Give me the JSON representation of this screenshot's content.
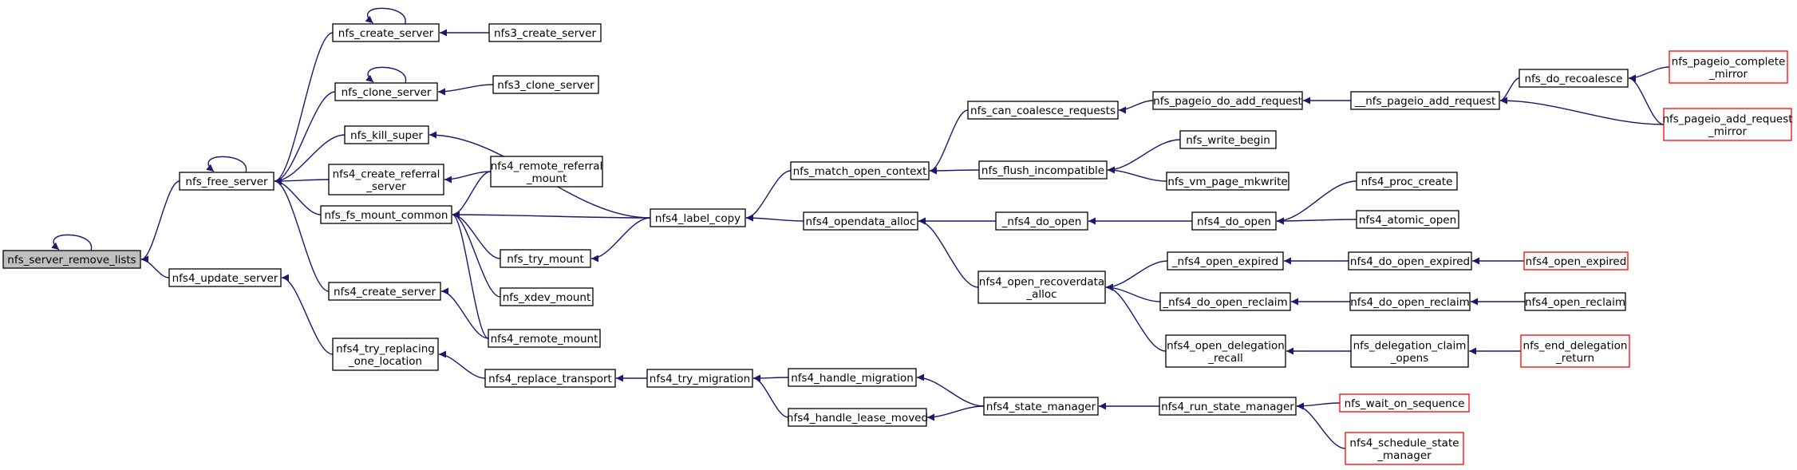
{
  "graph": {
    "colors": {
      "edge": "#191970",
      "node_border": "#000000",
      "truncated_border": "#ff0000",
      "root_fill": "#bfbfbf"
    },
    "nodes": [
      {
        "id": "nfs_server_remove_lists",
        "lines": [
          "nfs_server_remove_lists"
        ],
        "root": true
      },
      {
        "id": "nfs_free_server",
        "lines": [
          "nfs_free_server"
        ]
      },
      {
        "id": "nfs4_update_server",
        "lines": [
          "nfs4_update_server"
        ]
      },
      {
        "id": "nfs_create_server",
        "lines": [
          "nfs_create_server"
        ]
      },
      {
        "id": "nfs3_create_server",
        "lines": [
          "nfs3_create_server"
        ]
      },
      {
        "id": "nfs_clone_server",
        "lines": [
          "nfs_clone_server"
        ]
      },
      {
        "id": "nfs3_clone_server",
        "lines": [
          "nfs3_clone_server"
        ]
      },
      {
        "id": "nfs_kill_super",
        "lines": [
          "nfs_kill_super"
        ]
      },
      {
        "id": "nfs4_create_referral_server",
        "lines": [
          "nfs4_create_referral",
          "_server"
        ]
      },
      {
        "id": "nfs4_remote_referral_mount",
        "lines": [
          "nfs4_remote_referral",
          "_mount"
        ]
      },
      {
        "id": "nfs_fs_mount_common",
        "lines": [
          "nfs_fs_mount_common"
        ]
      },
      {
        "id": "nfs_try_mount",
        "lines": [
          "nfs_try_mount"
        ]
      },
      {
        "id": "nfs_xdev_mount",
        "lines": [
          "nfs_xdev_mount"
        ]
      },
      {
        "id": "nfs4_create_server",
        "lines": [
          "nfs4_create_server"
        ]
      },
      {
        "id": "nfs4_remote_mount",
        "lines": [
          "nfs4_remote_mount"
        ]
      },
      {
        "id": "nfs4_try_replacing_one_location",
        "lines": [
          "nfs4_try_replacing",
          "_one_location"
        ]
      },
      {
        "id": "nfs4_replace_transport",
        "lines": [
          "nfs4_replace_transport"
        ]
      },
      {
        "id": "nfs4_try_migration",
        "lines": [
          "nfs4_try_migration"
        ]
      },
      {
        "id": "nfs4_handle_migration",
        "lines": [
          "nfs4_handle_migration"
        ]
      },
      {
        "id": "nfs4_handle_lease_moved",
        "lines": [
          "nfs4_handle_lease_moved"
        ]
      },
      {
        "id": "nfs4_state_manager",
        "lines": [
          "nfs4_state_manager"
        ]
      },
      {
        "id": "nfs4_run_state_manager",
        "lines": [
          "nfs4_run_state_manager"
        ]
      },
      {
        "id": "nfs_wait_on_sequence",
        "lines": [
          "nfs_wait_on_sequence"
        ],
        "truncated": true
      },
      {
        "id": "nfs4_schedule_state_manager",
        "lines": [
          "nfs4_schedule_state",
          "_manager"
        ],
        "truncated": true
      },
      {
        "id": "nfs4_label_copy",
        "lines": [
          "nfs4_label_copy"
        ]
      },
      {
        "id": "nfs_match_open_context",
        "lines": [
          "nfs_match_open_context"
        ]
      },
      {
        "id": "nfs_can_coalesce_requests",
        "lines": [
          "nfs_can_coalesce_requests"
        ]
      },
      {
        "id": "nfs_pageio_do_add_request",
        "lines": [
          "nfs_pageio_do_add_request"
        ]
      },
      {
        "id": "__nfs_pageio_add_request",
        "lines": [
          "__nfs_pageio_add_request"
        ]
      },
      {
        "id": "nfs_do_recoalesce",
        "lines": [
          "nfs_do_recoalesce"
        ]
      },
      {
        "id": "nfs_pageio_complete_mirror",
        "lines": [
          "nfs_pageio_complete",
          "_mirror"
        ],
        "truncated": true
      },
      {
        "id": "nfs_pageio_add_request_mirror",
        "lines": [
          "nfs_pageio_add_request",
          "_mirror"
        ],
        "truncated": true
      },
      {
        "id": "nfs_flush_incompatible",
        "lines": [
          "nfs_flush_incompatible"
        ]
      },
      {
        "id": "nfs_write_begin",
        "lines": [
          "nfs_write_begin"
        ]
      },
      {
        "id": "nfs_vm_page_mkwrite",
        "lines": [
          "nfs_vm_page_mkwrite"
        ]
      },
      {
        "id": "nfs4_opendata_alloc",
        "lines": [
          "nfs4_opendata_alloc"
        ]
      },
      {
        "id": "_nfs4_do_open",
        "lines": [
          "_nfs4_do_open"
        ]
      },
      {
        "id": "nfs4_do_open",
        "lines": [
          "nfs4_do_open"
        ]
      },
      {
        "id": "nfs4_proc_create",
        "lines": [
          "nfs4_proc_create"
        ]
      },
      {
        "id": "nfs4_atomic_open",
        "lines": [
          "nfs4_atomic_open"
        ]
      },
      {
        "id": "nfs4_open_recoverdata_alloc",
        "lines": [
          "nfs4_open_recoverdata",
          "_alloc"
        ]
      },
      {
        "id": "_nfs4_open_expired",
        "lines": [
          "_nfs4_open_expired"
        ]
      },
      {
        "id": "nfs4_do_open_expired",
        "lines": [
          "nfs4_do_open_expired"
        ]
      },
      {
        "id": "nfs4_open_expired",
        "lines": [
          "nfs4_open_expired"
        ],
        "truncated": true
      },
      {
        "id": "_nfs4_do_open_reclaim",
        "lines": [
          "_nfs4_do_open_reclaim"
        ]
      },
      {
        "id": "nfs4_do_open_reclaim",
        "lines": [
          "nfs4_do_open_reclaim"
        ]
      },
      {
        "id": "nfs4_open_reclaim",
        "lines": [
          "nfs4_open_reclaim"
        ]
      },
      {
        "id": "nfs4_open_delegation_recall",
        "lines": [
          "nfs4_open_delegation",
          "_recall"
        ]
      },
      {
        "id": "nfs_delegation_claim_opens",
        "lines": [
          "nfs_delegation_claim",
          "_opens"
        ]
      },
      {
        "id": "nfs_end_delegation_return",
        "lines": [
          "nfs_end_delegation",
          "_return"
        ],
        "truncated": true
      }
    ],
    "edges": [
      [
        "nfs_server_remove_lists",
        "nfs_server_remove_lists"
      ],
      [
        "nfs_server_remove_lists",
        "nfs_free_server"
      ],
      [
        "nfs_server_remove_lists",
        "nfs4_update_server"
      ],
      [
        "nfs_free_server",
        "nfs_free_server"
      ],
      [
        "nfs_free_server",
        "nfs_create_server"
      ],
      [
        "nfs_free_server",
        "nfs_clone_server"
      ],
      [
        "nfs_free_server",
        "nfs_kill_super"
      ],
      [
        "nfs_free_server",
        "nfs4_create_referral_server"
      ],
      [
        "nfs_free_server",
        "nfs_fs_mount_common"
      ],
      [
        "nfs_free_server",
        "nfs4_create_server"
      ],
      [
        "nfs_create_server",
        "nfs_create_server"
      ],
      [
        "nfs_create_server",
        "nfs3_create_server"
      ],
      [
        "nfs_clone_server",
        "nfs_clone_server"
      ],
      [
        "nfs_clone_server",
        "nfs3_clone_server"
      ],
      [
        "nfs_kill_super",
        "nfs4_label_copy"
      ],
      [
        "nfs4_create_referral_server",
        "nfs4_remote_referral_mount"
      ],
      [
        "nfs_fs_mount_common",
        "nfs4_remote_referral_mount"
      ],
      [
        "nfs_fs_mount_common",
        "nfs4_label_copy"
      ],
      [
        "nfs_fs_mount_common",
        "nfs_try_mount"
      ],
      [
        "nfs_fs_mount_common",
        "nfs_xdev_mount"
      ],
      [
        "nfs_fs_mount_common",
        "nfs4_remote_mount"
      ],
      [
        "nfs_try_mount",
        "nfs4_label_copy"
      ],
      [
        "nfs4_create_server",
        "nfs4_remote_mount"
      ],
      [
        "nfs4_update_server",
        "nfs4_try_replacing_one_location"
      ],
      [
        "nfs4_try_replacing_one_location",
        "nfs4_replace_transport"
      ],
      [
        "nfs4_replace_transport",
        "nfs4_try_migration"
      ],
      [
        "nfs4_try_migration",
        "nfs4_handle_migration"
      ],
      [
        "nfs4_try_migration",
        "nfs4_handle_lease_moved"
      ],
      [
        "nfs4_handle_migration",
        "nfs4_state_manager"
      ],
      [
        "nfs4_handle_lease_moved",
        "nfs4_state_manager"
      ],
      [
        "nfs4_state_manager",
        "nfs4_run_state_manager"
      ],
      [
        "nfs4_run_state_manager",
        "nfs_wait_on_sequence"
      ],
      [
        "nfs4_run_state_manager",
        "nfs4_schedule_state_manager"
      ],
      [
        "nfs4_label_copy",
        "nfs_match_open_context"
      ],
      [
        "nfs4_label_copy",
        "nfs4_opendata_alloc"
      ],
      [
        "nfs_match_open_context",
        "nfs_can_coalesce_requests"
      ],
      [
        "nfs_match_open_context",
        "nfs_flush_incompatible"
      ],
      [
        "nfs_can_coalesce_requests",
        "nfs_pageio_do_add_request"
      ],
      [
        "nfs_pageio_do_add_request",
        "__nfs_pageio_add_request"
      ],
      [
        "__nfs_pageio_add_request",
        "nfs_do_recoalesce"
      ],
      [
        "__nfs_pageio_add_request",
        "nfs_pageio_add_request_mirror"
      ],
      [
        "nfs_do_recoalesce",
        "nfs_pageio_complete_mirror"
      ],
      [
        "nfs_do_recoalesce",
        "nfs_pageio_add_request_mirror"
      ],
      [
        "nfs_flush_incompatible",
        "nfs_write_begin"
      ],
      [
        "nfs_flush_incompatible",
        "nfs_vm_page_mkwrite"
      ],
      [
        "nfs4_opendata_alloc",
        "_nfs4_do_open"
      ],
      [
        "nfs4_opendata_alloc",
        "nfs4_open_recoverdata_alloc"
      ],
      [
        "_nfs4_do_open",
        "nfs4_do_open"
      ],
      [
        "nfs4_do_open",
        "nfs4_proc_create"
      ],
      [
        "nfs4_do_open",
        "nfs4_atomic_open"
      ],
      [
        "nfs4_open_recoverdata_alloc",
        "_nfs4_open_expired"
      ],
      [
        "nfs4_open_recoverdata_alloc",
        "_nfs4_do_open_reclaim"
      ],
      [
        "nfs4_open_recoverdata_alloc",
        "nfs4_open_delegation_recall"
      ],
      [
        "_nfs4_open_expired",
        "nfs4_do_open_expired"
      ],
      [
        "nfs4_do_open_expired",
        "nfs4_open_expired"
      ],
      [
        "_nfs4_do_open_reclaim",
        "nfs4_do_open_reclaim"
      ],
      [
        "nfs4_do_open_reclaim",
        "nfs4_open_reclaim"
      ],
      [
        "nfs4_open_delegation_recall",
        "nfs_delegation_claim_opens"
      ],
      [
        "nfs_delegation_claim_opens",
        "nfs_end_delegation_return"
      ]
    ]
  }
}
